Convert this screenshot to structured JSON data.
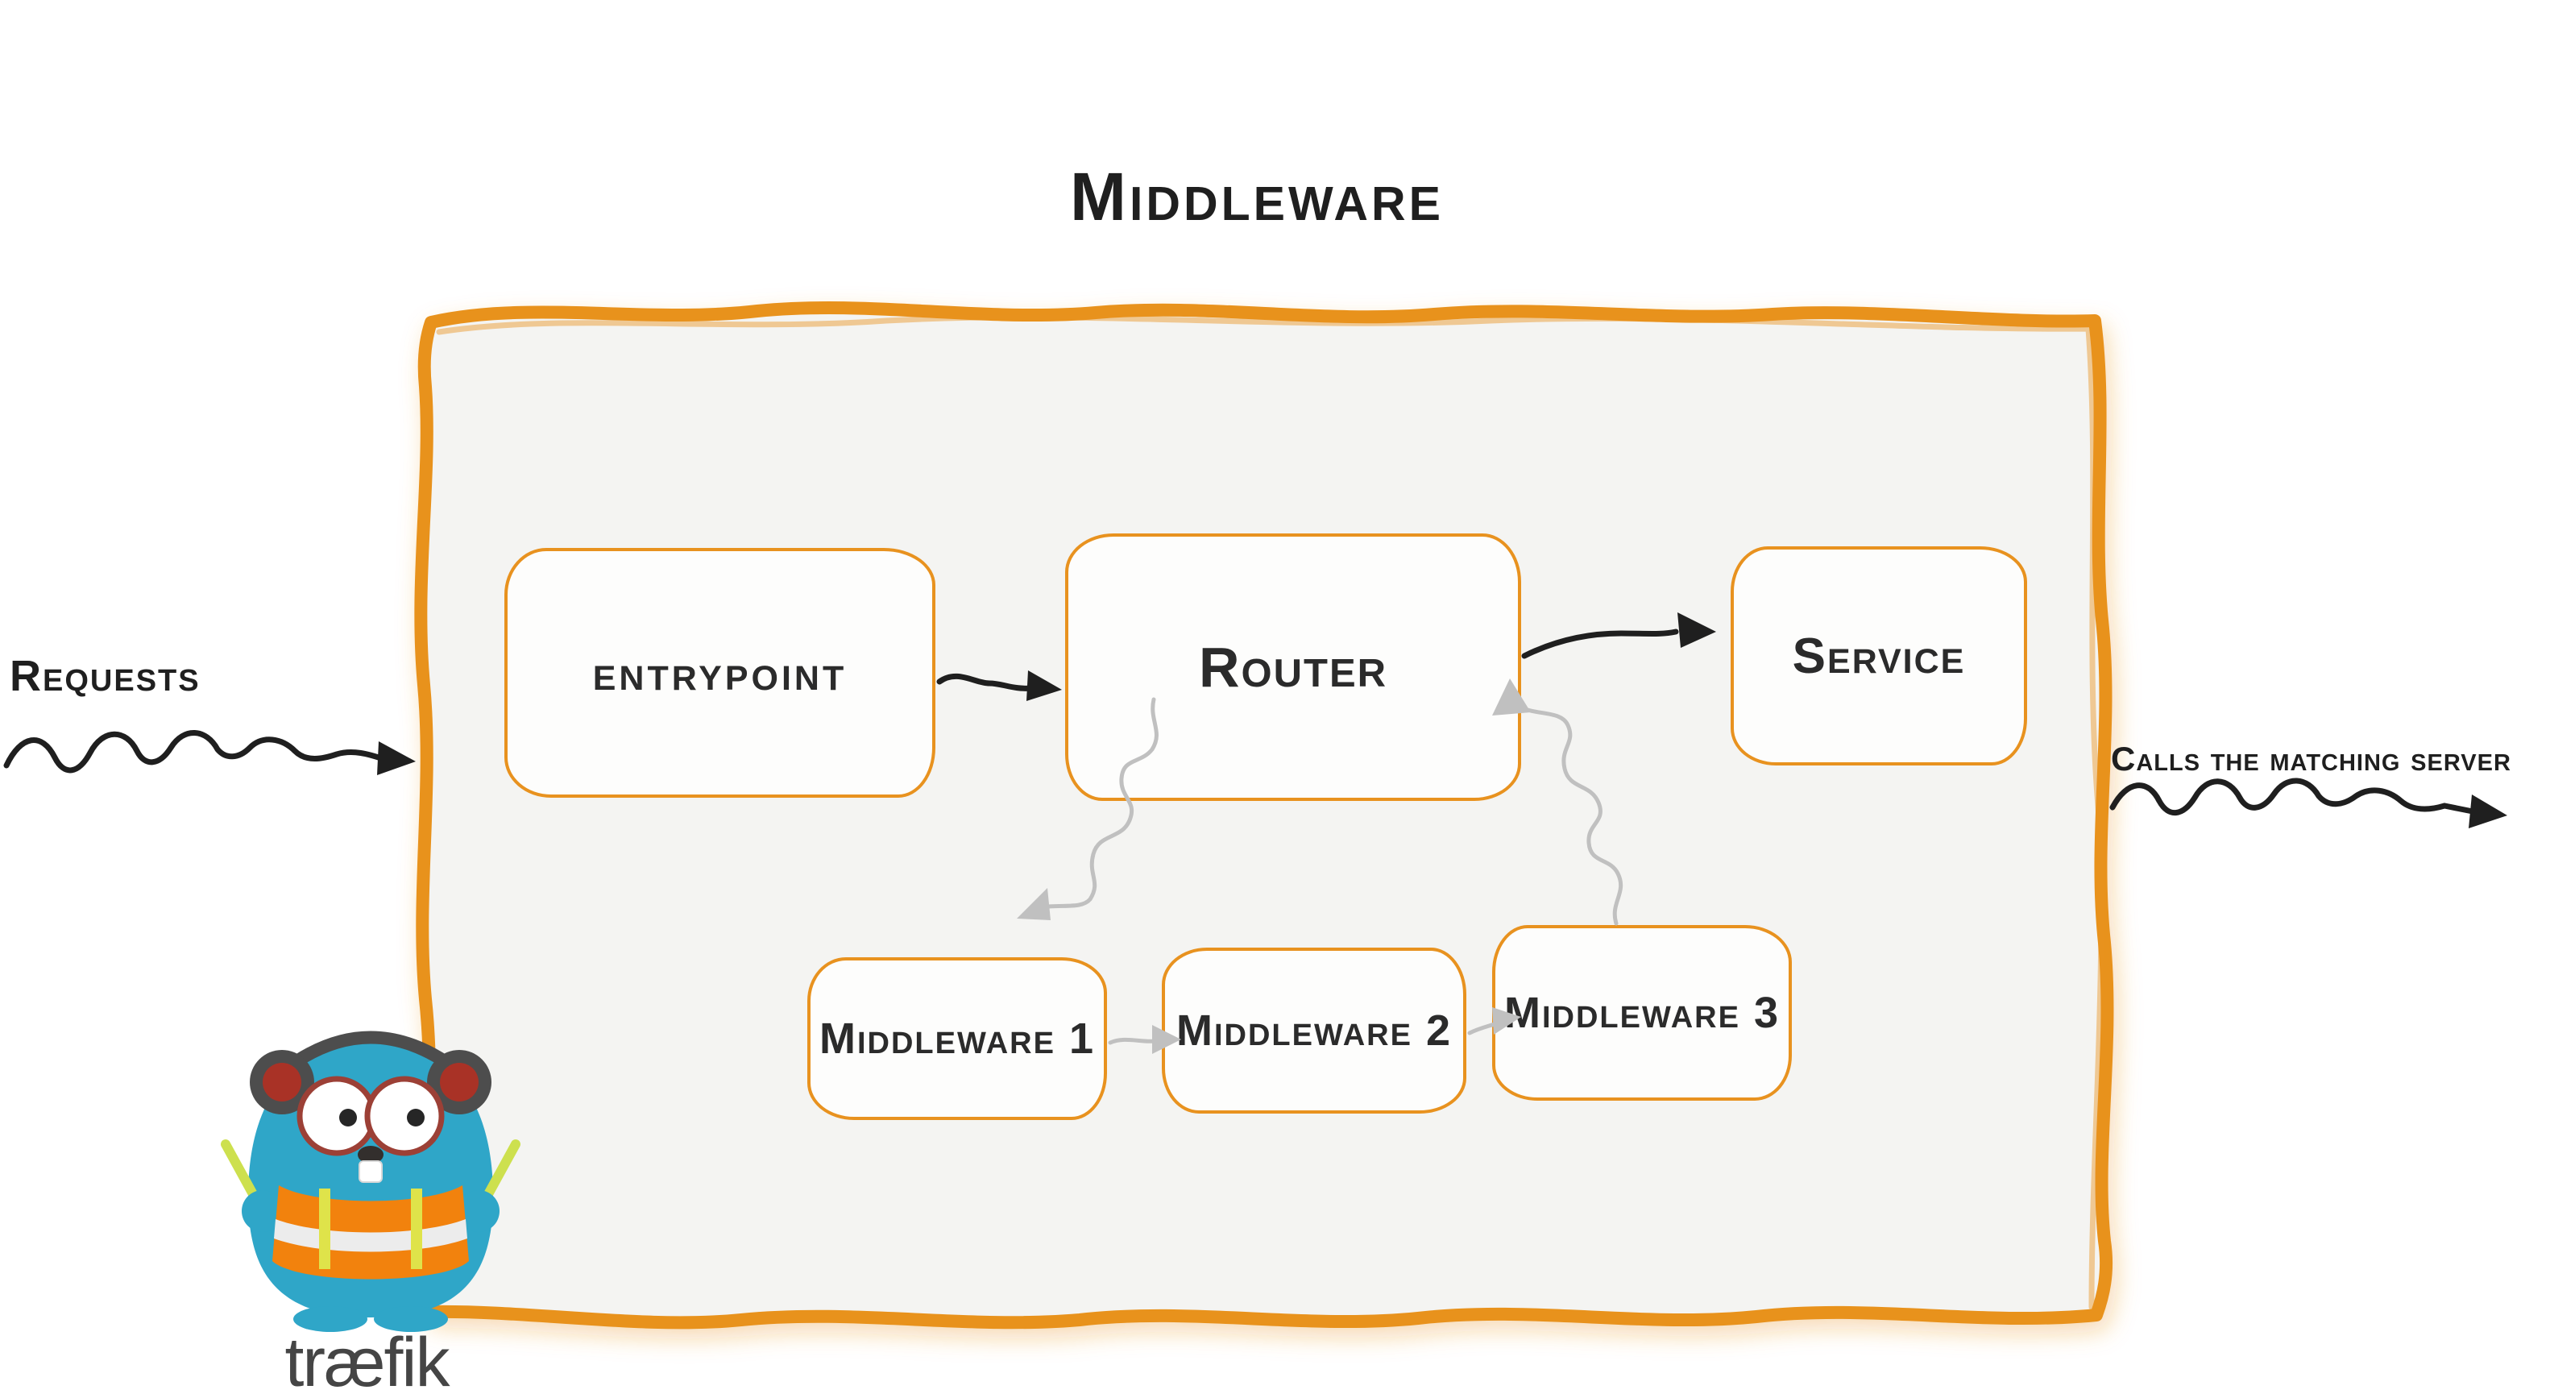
{
  "diagram": {
    "title": "Middleware",
    "input_label": "Requests",
    "output_label": "Calls the matching server",
    "nodes": {
      "entrypoint": "entrypoint",
      "router": "Router",
      "service": "Service",
      "middleware1": "Middleware 1",
      "middleware2": "Middleware 2",
      "middleware3": "Middleware 3"
    },
    "edges": [
      {
        "from": "requests",
        "to": "entrypoint",
        "style": "black-wavy"
      },
      {
        "from": "entrypoint",
        "to": "router",
        "style": "black-sketch"
      },
      {
        "from": "router",
        "to": "middleware1",
        "style": "gray-squiggle"
      },
      {
        "from": "middleware1",
        "to": "middleware2",
        "style": "gray-squiggle"
      },
      {
        "from": "middleware2",
        "to": "middleware3",
        "style": "gray-squiggle"
      },
      {
        "from": "middleware3",
        "to": "router",
        "style": "gray-squiggle"
      },
      {
        "from": "router",
        "to": "service",
        "style": "black-sketch"
      },
      {
        "from": "service",
        "to": "calls-the-matching-server",
        "style": "black-wavy"
      }
    ],
    "logo": {
      "wordmark": "træfik"
    },
    "colors": {
      "accent_orange": "#E8921F",
      "panel_fill": "#F4F4F2",
      "ink_black": "#1F1F1F",
      "arrow_gray": "#C0C0C0",
      "gopher_blue": "#2FA6C8",
      "vest_orange": "#F2820D",
      "wand_green": "#CDE04E",
      "text_dark": "#2B2B2B"
    }
  }
}
